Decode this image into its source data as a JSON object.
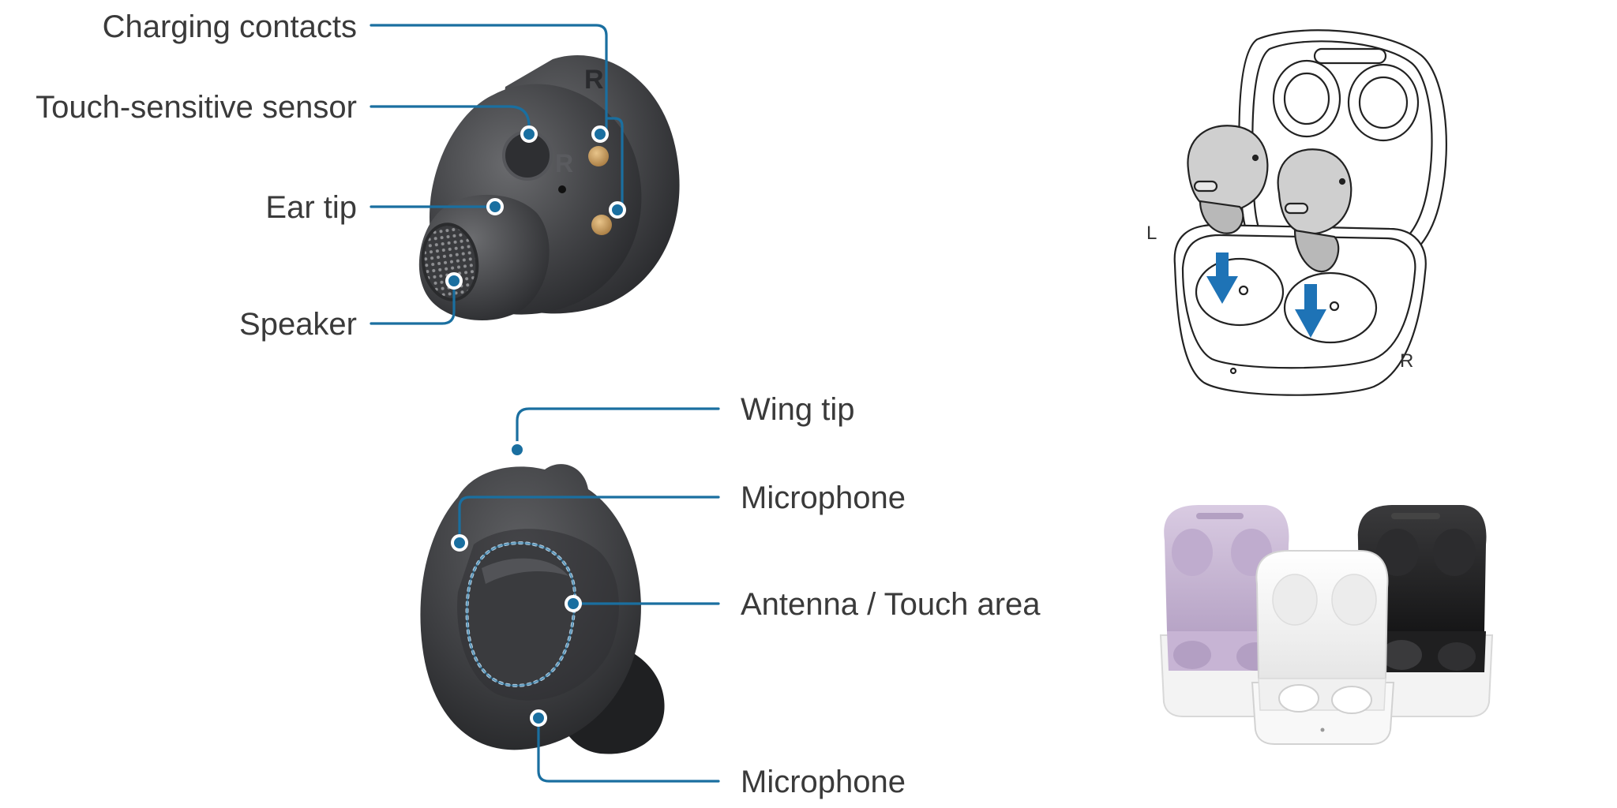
{
  "colors": {
    "leader": "#1a6fa0",
    "earbud": "#3f4043",
    "earbud_dark": "#2a2b2d",
    "contact": "#c8a064",
    "arrow": "#1e73b6",
    "case_lavender": "#cdbcd8",
    "case_white": "#f4f4f4",
    "case_black": "#262626"
  },
  "top_earbud": {
    "side_mark": "R",
    "labels": {
      "charging_contacts": "Charging contacts",
      "touch_sensor": "Touch-sensitive sensor",
      "ear_tip": "Ear tip",
      "speaker": "Speaker"
    }
  },
  "bottom_earbud": {
    "labels": {
      "wing_tip": "Wing tip",
      "microphone_top": "Microphone",
      "antenna_touch": "Antenna / Touch area",
      "microphone_bottom": "Microphone"
    }
  },
  "case_diagram": {
    "left_mark": "L",
    "right_mark": "R",
    "icons": [
      "case-outline-icon",
      "earbud-left-icon",
      "earbud-right-icon",
      "insert-arrow-icon"
    ]
  },
  "color_lineup": {
    "icons": [
      "case-lavender-icon",
      "case-white-icon",
      "case-black-icon"
    ]
  }
}
